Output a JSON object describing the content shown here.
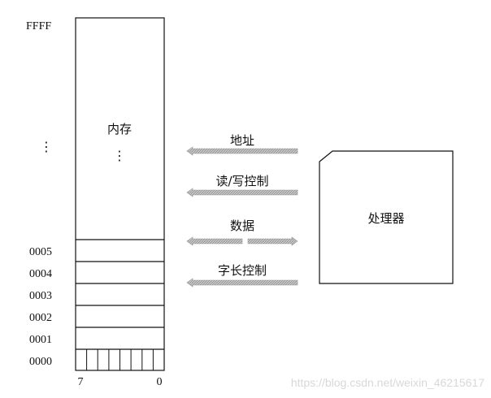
{
  "memory": {
    "title": "内存",
    "ellipsis": "⋮",
    "top_address": "FFFF",
    "side_ellipsis": "⋮",
    "rows": [
      {
        "address": "0005"
      },
      {
        "address": "0004"
      },
      {
        "address": "0003"
      },
      {
        "address": "0002"
      },
      {
        "address": "0001"
      },
      {
        "address": "0000"
      }
    ],
    "bit_high": "7",
    "bit_low": "0"
  },
  "processor": {
    "title": "处理器"
  },
  "buses": [
    {
      "label": "地址",
      "direction": "left"
    },
    {
      "label": "读/写控制",
      "direction": "left"
    },
    {
      "label": "数据",
      "direction": "both"
    },
    {
      "label": "字长控制",
      "direction": "left"
    }
  ],
  "watermark": "https://blog.csdn.net/weixin_46215617",
  "colors": {
    "line": "#111111",
    "arrow_fill": "#c9c9c9",
    "arrow_hatch": "#8a8a8a"
  }
}
